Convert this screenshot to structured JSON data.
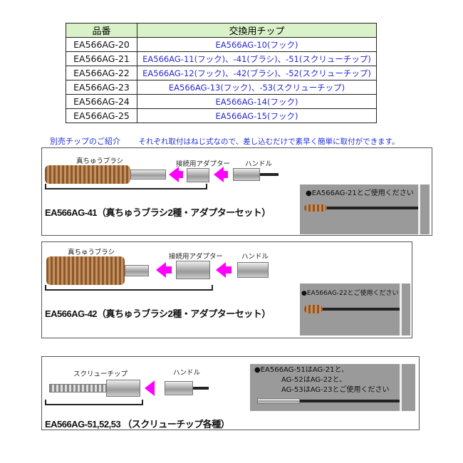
{
  "table": {
    "headers": [
      "品番",
      "交換用チップ"
    ],
    "rows": [
      [
        "EA566AG-20",
        "EA566AG-10(フック)"
      ],
      [
        "EA566AG-21",
        "EA566AG-11(フック)、-41(ブラシ)、-51(スクリューチップ)"
      ],
      [
        "EA566AG-22",
        "EA566AG-12(フック)、-42(ブラシ)、-52(スクリューチップ)"
      ],
      [
        "EA566AG-23",
        "EA566AG-13(フック)、-53(スクリューチップ)"
      ],
      [
        "EA566AG-24",
        "EA566AG-14(フック)"
      ],
      [
        "EA566AG-25",
        "EA566AG-15(フック)"
      ]
    ]
  },
  "intro": {
    "title": "別売チップのご紹介",
    "text": "それぞれ取付はねじ式なので、差し込むだけで素早く簡単に取付ができます。"
  },
  "panels": [
    {
      "brush_label": "真ちゅうブラシ",
      "adapter_label": "接続用アダプター",
      "handle_label": "ハンドル",
      "model": "EA566AG-41（真ちゅうブラシ2種・アダプターセット）",
      "note": "●EA566AG-21とご使用ください"
    },
    {
      "brush_label": "真ちゅうブラシ",
      "adapter_label": "接続用アダプター",
      "handle_label": "ハンドル",
      "model": "EA566AG-42（真ちゅうブラシ2種・アダプターセット）",
      "note": "●EA566AG-22とご使用ください"
    },
    {
      "screw_label": "スクリューチップ",
      "handle_label": "ハンドル",
      "model": "EA566AG-51,52,53 （スクリューチップ各種）",
      "note_lines": [
        "●EA566AG-51はAG-21と、",
        "AG-52はAG-22と、",
        "AG-53はAG-23とご使用ください"
      ]
    }
  ]
}
